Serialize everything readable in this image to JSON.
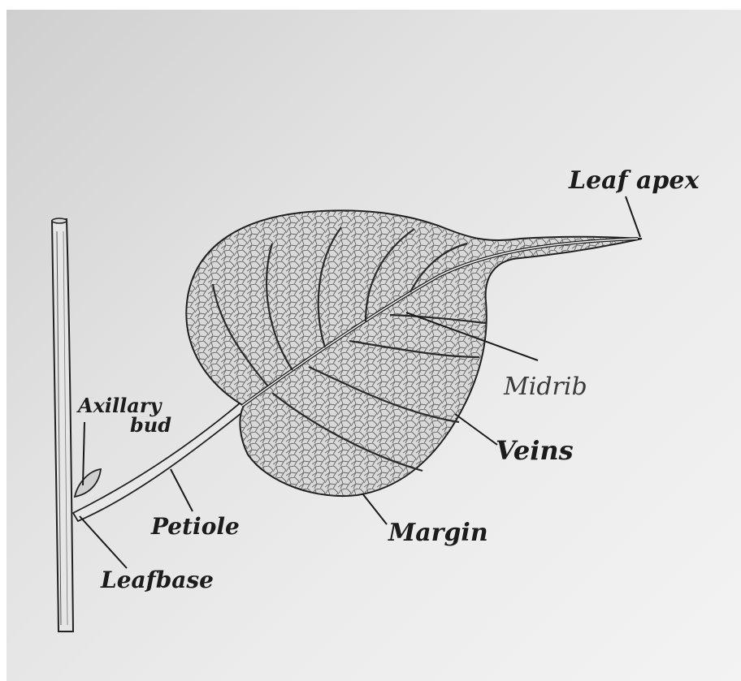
{
  "labels": {
    "leaf_apex": "Leaf apex",
    "midrib": "Midrib",
    "veins": "Veins",
    "margin": "Margin",
    "axillary_bud_line1": "Axillary",
    "axillary_bud_line2": "bud",
    "petiole": "Petiole",
    "leaf_base": "Leafbase"
  }
}
